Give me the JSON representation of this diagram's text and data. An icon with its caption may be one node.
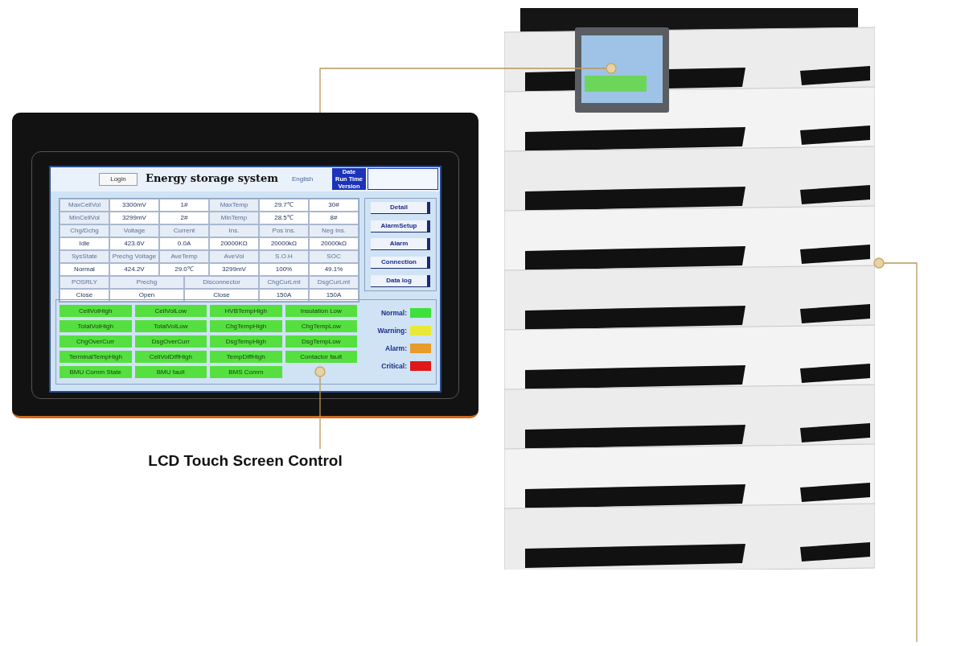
{
  "diagram": {
    "nodes": [
      {
        "text": [
          "LCD Touch Screen Control"
        ]
      },
      {
        "text": [],
        "shape": "picture"
      },
      {
        "text": [],
        "shape": "picture",
        "in": 3
      },
      {
        "text": [],
        "shape": "picture"
      }
    ],
    "edges": [
      {
        "from": 0,
        "to": 1,
        "arrow": "other"
      },
      {
        "from": 1,
        "to": 2,
        "arrow": "other"
      },
      {
        "from": null,
        "to": 3,
        "arrow": "other"
      }
    ],
    "labels": [
      "Login",
      "Energy storage system",
      "English",
      "Date",
      "Run Time",
      "Version",
      "MaxCellVol",
      "3300mV",
      "1#",
      "MaxTemp",
      "29.7℃",
      "30#",
      "MinCellVol",
      "3299mV",
      "2#",
      "MinTemp",
      "28.5℃",
      "8#",
      "Chg/Dchg",
      "Voltage",
      "Current",
      "Ins.",
      "Pos Ins.",
      "Neg Ins.",
      "Idle",
      "423.6V",
      "0.0A",
      "20000KΩ",
      "20000kΩ",
      "20000kΩ",
      "SysState",
      "Prechg Voltage",
      "AveTemp",
      "AveVol",
      "S.O.H",
      "SOC",
      "Normal",
      "424.2V",
      "29.0℃",
      "3299mV",
      "100%",
      "49.1%",
      "POSRLY",
      "Prechg",
      "Disconnector",
      "ChgCurLmt",
      "DsgCurLmt",
      "Close",
      "Open",
      "Close",
      "150A",
      "150A",
      "Detail",
      "AlarmSetup",
      "Alarm",
      "Connection",
      "Data log",
      "CellVolHigh",
      "CellVolLow",
      "HVBTempHigh",
      "Insulation Low",
      "TotalVolHigh",
      "TotalVolLow",
      "ChgTempHigh",
      "ChgTempLow",
      "ChgOverCurr",
      "DsgOverCurr",
      "DsgTempHigh",
      "DsgTempLow",
      "TerminalTempHigh",
      "CellVolDiffHigh",
      "TempDiffHigh",
      "Contactor fault",
      "BMU Comm State",
      "BMU fault",
      "BMS Comm"
    ],
    "legend": [
      {
        "text": "Normal:",
        "color": "#3ee03a"
      },
      {
        "text": "Warning:",
        "color": "#e8e838"
      },
      {
        "text": "Alarm:",
        "color": "#e89a2a"
      },
      {
        "text": "Critical:",
        "color": "#e01818"
      }
    ]
  }
}
